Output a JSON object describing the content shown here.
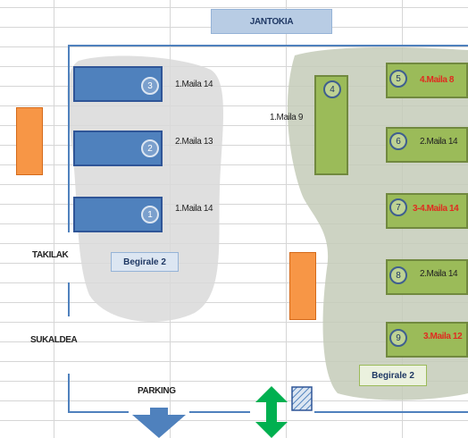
{
  "header": {
    "title": "JANTOKIA"
  },
  "colors": {
    "table_blue": "#4f81bd",
    "table_green": "#9bbb59",
    "orange_block": "#f79646",
    "red_label": "#e02b20",
    "zone_gray": "#d9d9d9",
    "zone_green_gray": "#c4cbb8"
  },
  "left_tables": [
    {
      "number": "3",
      "label": "1.Maila 14"
    },
    {
      "number": "2",
      "label": "2.Maila 13"
    },
    {
      "number": "1",
      "label": "1.Maila 14"
    }
  ],
  "middle_table": {
    "number": "4",
    "label": "1.Maila 9"
  },
  "right_tables": [
    {
      "number": "5",
      "label": "4.Maila 8",
      "highlight": true
    },
    {
      "number": "6",
      "label": "2.Maila 14",
      "highlight": false
    },
    {
      "number": "7",
      "label": "3-4.Maila 14",
      "highlight": true
    },
    {
      "number": "8",
      "label": "2.Maila 14",
      "highlight": false
    },
    {
      "number": "9",
      "label": "3.Maila 12",
      "highlight": true
    }
  ],
  "stations": {
    "left": "Begirale 2",
    "right": "Begirale 2"
  },
  "side_labels": {
    "takilak": "TAKILAK",
    "sukaldea": "SUKALDEA",
    "parking": "PARKING"
  },
  "icons": {
    "exit_arrow": "arrow-down-icon",
    "entrance_arrows": "double-arrow-vertical-icon",
    "hatched_box": "hatched-box-icon"
  }
}
